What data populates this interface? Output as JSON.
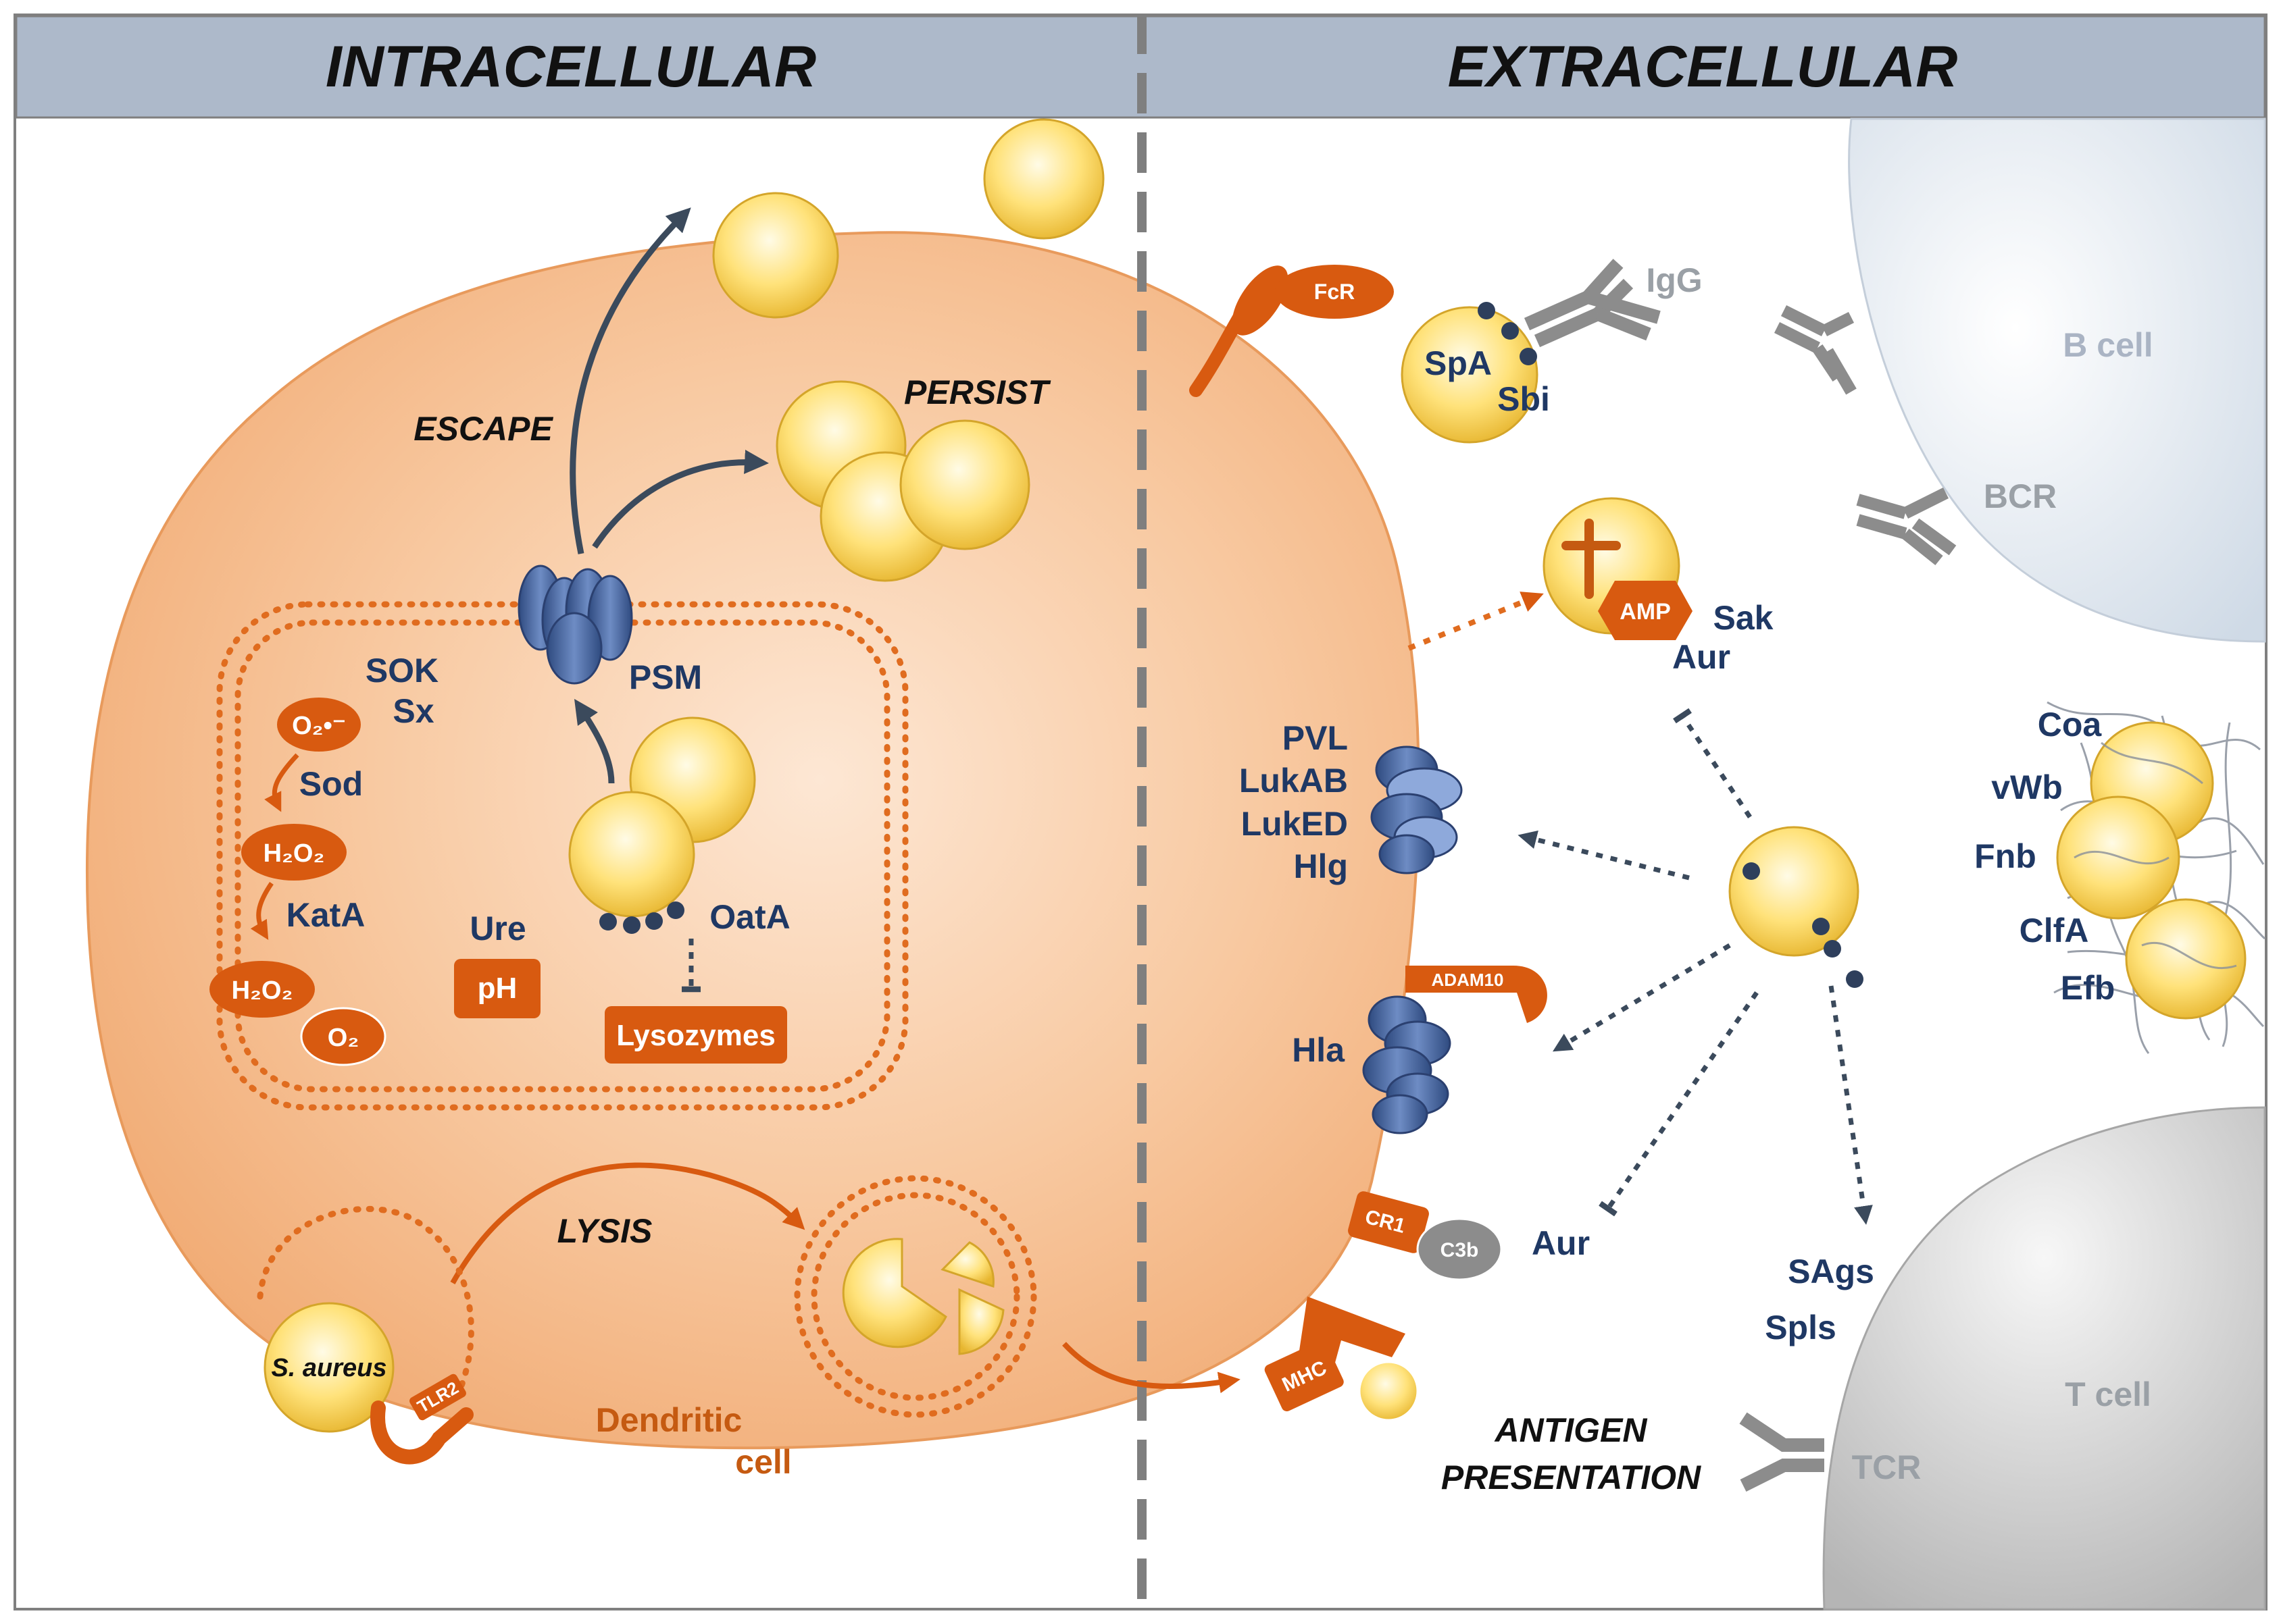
{
  "headers": {
    "left": "INTRACELLULAR",
    "right": "EXTRACELLULAR"
  },
  "intracellular": {
    "escape": "ESCAPE",
    "persist": "PERSIST",
    "lysis": "LYSIS",
    "psm": "PSM",
    "sok": "SOK",
    "sx": "Sx",
    "superoxide": "O₂•⁻",
    "sod": "Sod",
    "h2o2_1": "H₂O₂",
    "kata": "KatA",
    "h2o2_2": "H₂O₂",
    "o2": "O₂",
    "ure": "Ure",
    "ph": "pH",
    "oata": "OatA",
    "lysozymes": "Lysozymes",
    "s_aureus": "S. aureus",
    "tlr2": "TLR2",
    "dendritic": "Dendritic",
    "cell": "cell"
  },
  "extracellular": {
    "fcr": "FcR",
    "igg": "IgG",
    "spa": "SpA",
    "sbi": "Sbi",
    "b_cell": "B cell",
    "bcr": "BCR",
    "amp": "AMP",
    "sak": "Sak",
    "aur_top": "Aur",
    "pvl": "PVL",
    "lukab": "LukAB",
    "luked": "LukED",
    "hlg": "Hlg",
    "adam10": "ADAM10",
    "hla": "Hla",
    "cr1": "CR1",
    "c3b": "C3b",
    "aur_bottom": "Aur",
    "coa": "Coa",
    "vwb": "vWb",
    "fnb": "Fnb",
    "clfa": "ClfA",
    "efb": "Efb",
    "sags": "SAgs",
    "spls": "Spls",
    "mhc": "MHC",
    "antigen": "ANTIGEN",
    "presentation": "PRESENTATION",
    "t_cell": "T cell",
    "tcr": "TCR"
  },
  "colors": {
    "header_bg": "#adb9ca",
    "cell_orange": "#f4b183",
    "vacuole_dots": "#e06c1f",
    "molecule_orange": "#d85a10",
    "text_blue": "#1f3864",
    "pore_blue": "#4a6aa5",
    "bacteria_yellow": "#ffd966",
    "arrow_dark": "#3b4a5c",
    "b_cell_blue": "#dbe3ec",
    "t_cell_gray": "#bfbfbf"
  }
}
